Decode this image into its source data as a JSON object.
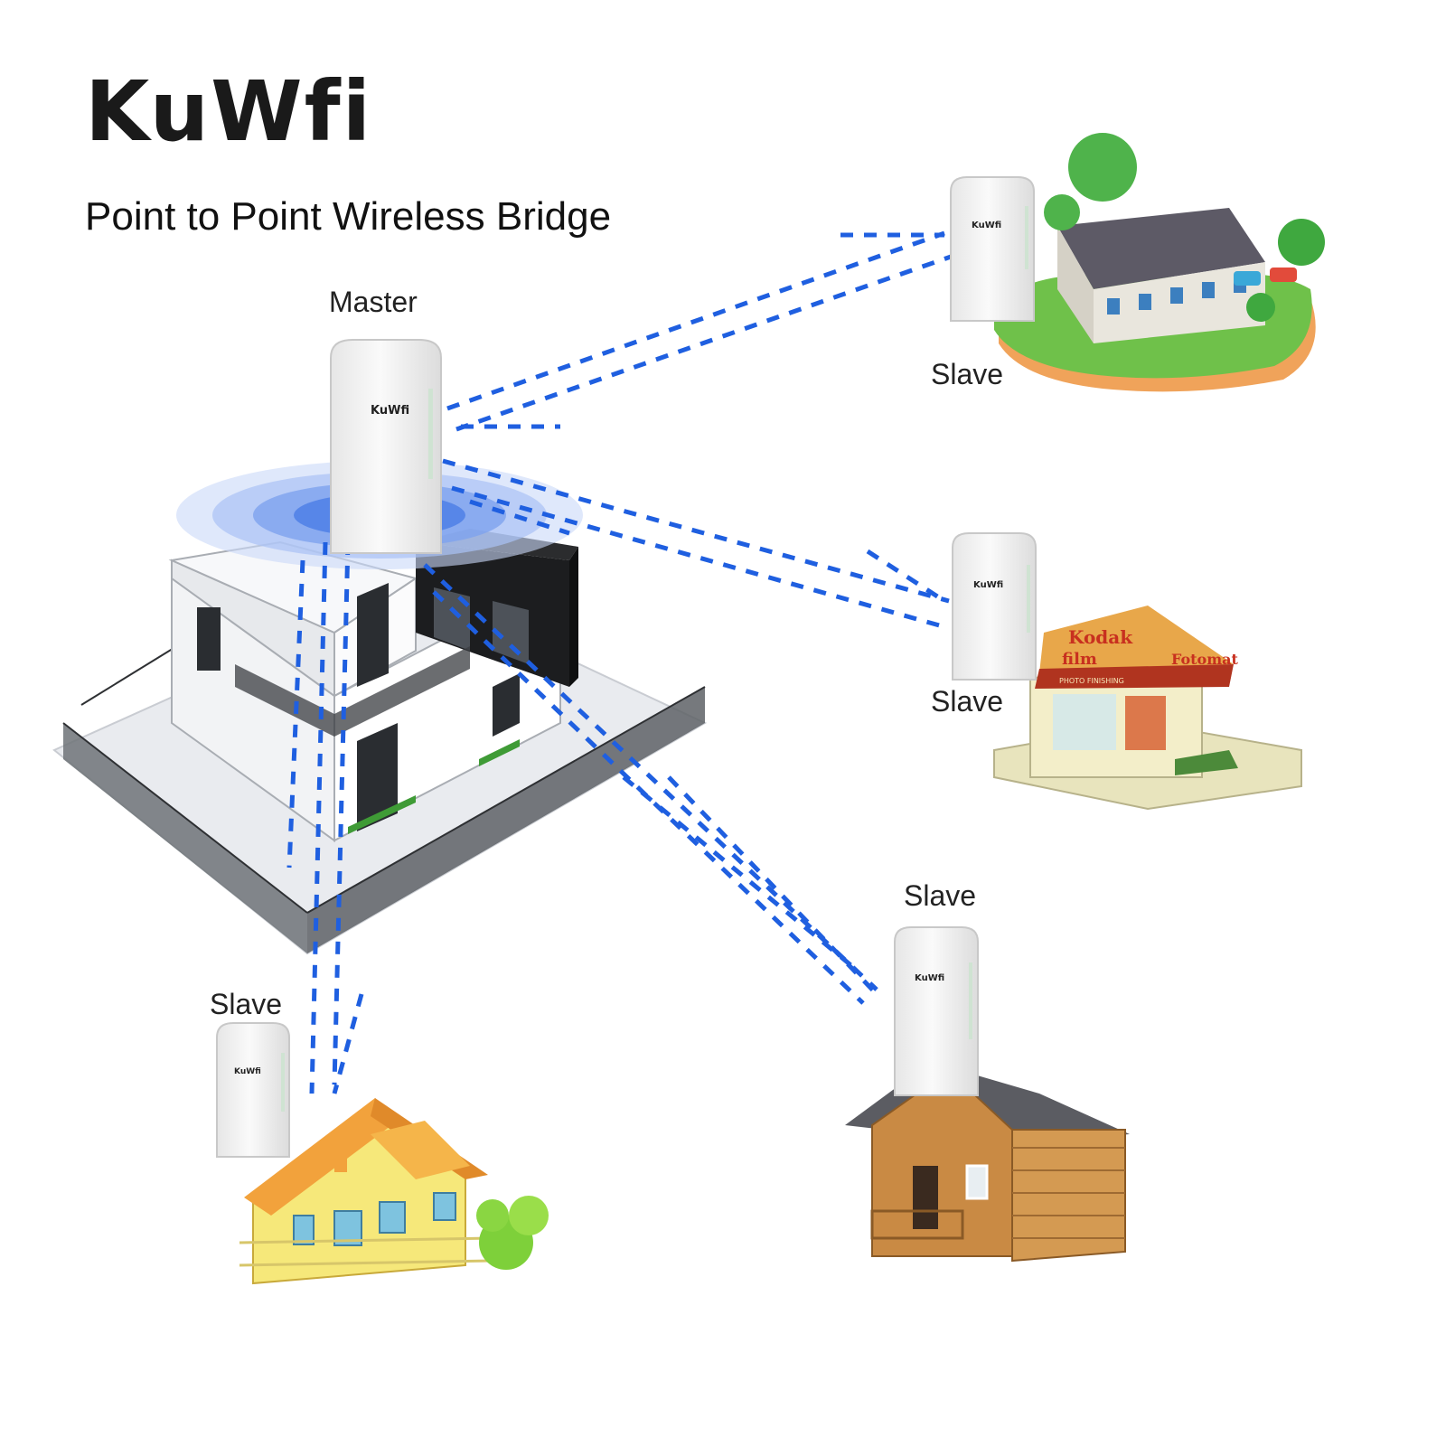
{
  "brand": {
    "logo_text": "KuWfi"
  },
  "title": "Point to Point Wireless Bridge",
  "nodes": {
    "master": {
      "label": "Master",
      "device_logo": "KuWfi"
    },
    "slave_1": {
      "label": "Slave",
      "device_logo": "KuWfi",
      "building": "suburban-house-with-cars"
    },
    "slave_2": {
      "label": "Slave",
      "device_logo": "KuWfi",
      "building": "kodak-film-kiosk"
    },
    "slave_3": {
      "label": "Slave",
      "device_logo": "KuWfi",
      "building": "wooden-cabin"
    },
    "slave_4": {
      "label": "Slave",
      "device_logo": "KuWfi",
      "building": "yellow-cartoon-house"
    }
  },
  "kiosk_signs": {
    "kodak": "Kodak",
    "film": "film",
    "fotomat": "Fotomat",
    "banner": "PHOTO FINISHING"
  },
  "colors": {
    "link_dash": "#1f5fe0",
    "signal_ring": "#5b8ff0",
    "device_body": "#f4f4f4",
    "text": "#1a1a1a"
  },
  "icons": [
    "master-building",
    "signal-rings",
    "wireless-link-lines"
  ]
}
